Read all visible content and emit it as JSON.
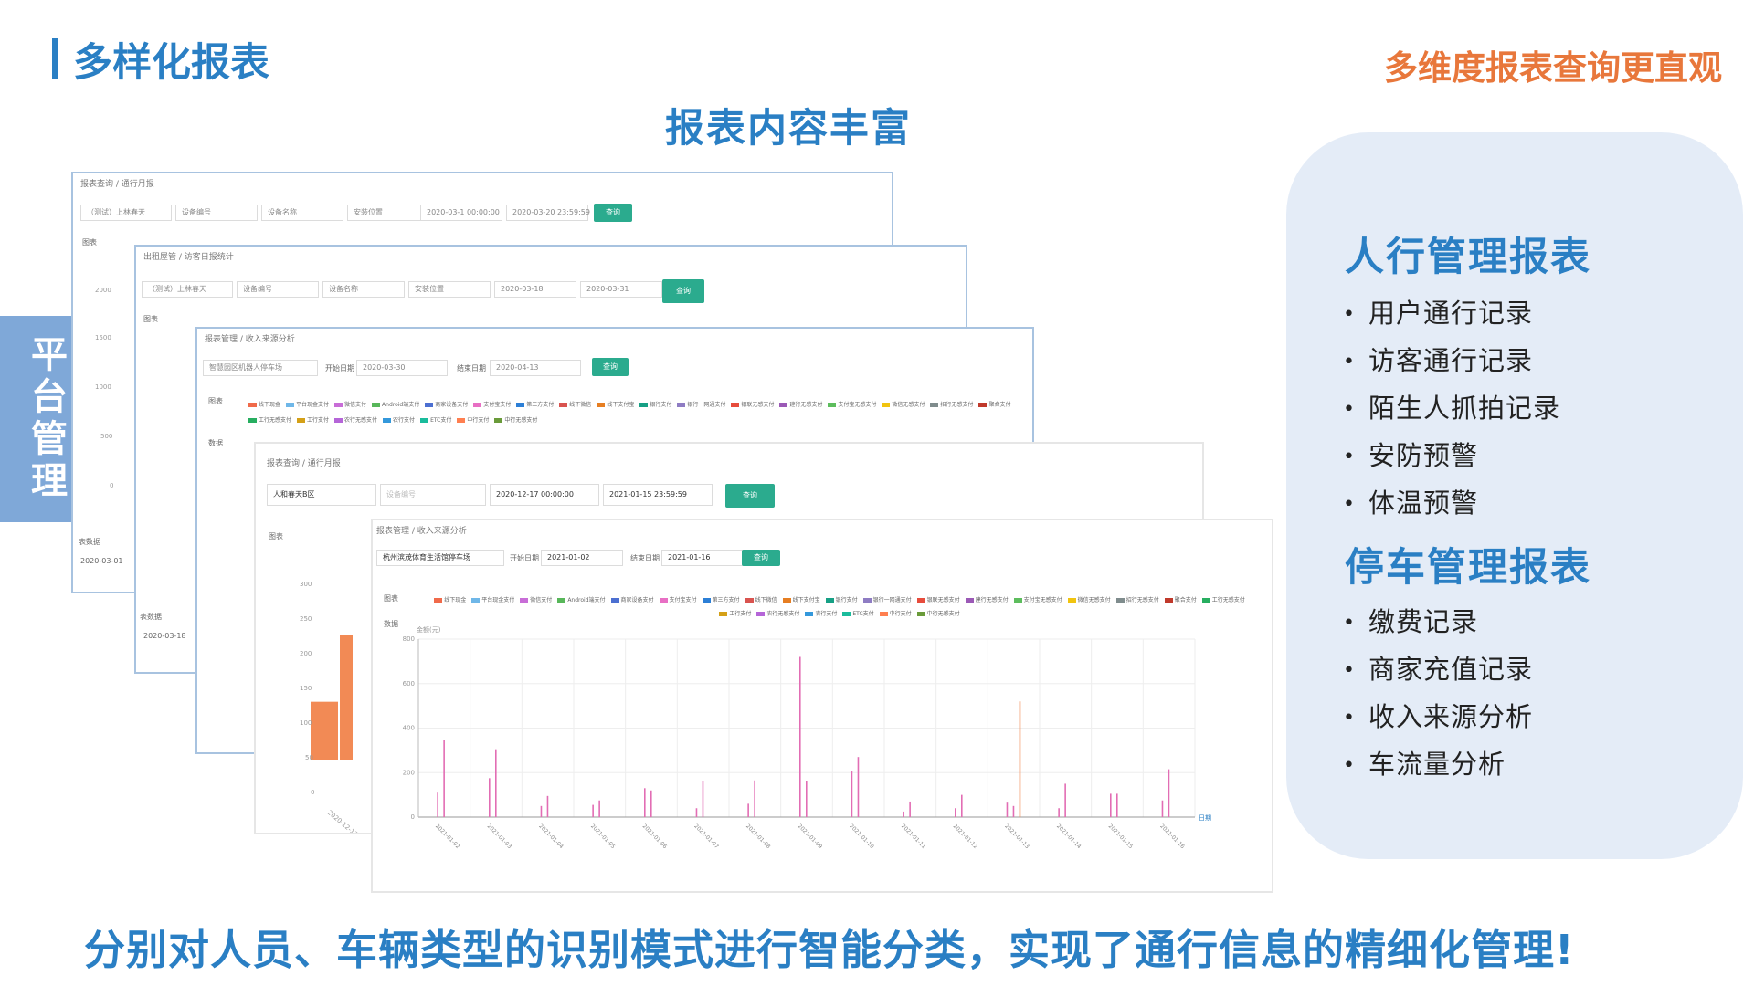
{
  "header": {
    "title": "多样化报表",
    "right_subtitle": "多维度报表查询更直观",
    "center_heading": "报表内容丰富"
  },
  "side_tab": {
    "label": "平台管理"
  },
  "panel": {
    "section1_title": "人行管理报表",
    "section1_items": [
      "用户通行记录",
      "访客通行记录",
      "陌生人抓拍记录",
      "安防预警",
      "体温预警"
    ],
    "section2_title": "停车管理报表",
    "section2_items": [
      "缴费记录",
      "商家充值记录",
      "收入来源分析",
      "车流量分析"
    ]
  },
  "bottom_statement": "分别对人员、车辆类型的识别模式进行智能分类，实现了通行信息的精细化管理!",
  "screens": {
    "s1": {
      "crumb": "报表查询 / 通行月报",
      "f1": "（测试）上林春天",
      "f2": "设备编号",
      "f3": "设备名称",
      "f4": "安装位置",
      "f5": "2020-03-1 00:00:00",
      "f6": "2020-03-20 23:59:59",
      "btn": "查询",
      "sec": "图表",
      "y": [
        "2000",
        "1500",
        "1000",
        "500",
        "0"
      ],
      "tbl": "表数据",
      "row": "2020-03-01"
    },
    "s2": {
      "crumb": "出租屋管 / 访客日报统计",
      "f1": "（测试）上林春天",
      "f2": "设备编号",
      "f3": "设备名称",
      "f4": "安装位置",
      "f5": "2020-03-18",
      "f6": "2020-03-31",
      "btn": "查询",
      "sec": "图表",
      "tbl": "表数据",
      "row": "2020-03-18"
    },
    "s3": {
      "crumb": "报表管理 / 收入来源分析",
      "f1": "智慧园区机器人停车场",
      "l1": "开始日期",
      "f2": "2020-03-30",
      "l2": "结束日期",
      "f3": "2020-04-13",
      "btn": "查询",
      "tab1": "图表",
      "tab2": "数据"
    },
    "s4": {
      "crumb": "报表查询 / 通行月报",
      "f1": "人和春天B区",
      "f2": "设备编号",
      "f3": "2020-12-17 00:00:00",
      "f4": "2021-01-15 23:59:59",
      "btn": "查询",
      "sec": "图表",
      "y": [
        "300",
        "250",
        "200",
        "150",
        "100",
        "50",
        "0"
      ],
      "x1": "2020-12-17"
    },
    "s5": {
      "crumb": "报表管理 / 收入来源分析",
      "f1": "杭州滨茂体育生活馆停车场",
      "l1": "开始日期",
      "f2": "2021-01-02",
      "l2": "结束日期",
      "f3": "2021-01-16",
      "btn": "查询",
      "tab1": "图表",
      "tab2": "数据",
      "ylabel": "金额(元)",
      "y": [
        "800",
        "600",
        "400",
        "200",
        "0"
      ],
      "xunit": "日期",
      "legend": [
        "线下现金",
        "平台现金支付",
        "微信支付",
        "Android端支付",
        "商家设备支付",
        "支付宝支付",
        "第三方支付",
        "线下微信",
        "线下支付宝",
        "银行支付",
        "银行一网通支付",
        "银联无感支付",
        "建行无感支付",
        "支付宝无感支付",
        "微信无感支付",
        "招行无感支付",
        "聚合支付",
        "工行无感支付",
        "工行支付",
        "农行无感支付",
        "农行支付",
        "ETC支付",
        "中行支付",
        "中行无感支付"
      ]
    }
  },
  "chart_data": {
    "type": "bar",
    "categories": [
      "2021-01-02",
      "2021-01-03",
      "2021-01-04",
      "2021-01-05",
      "2021-01-06",
      "2021-01-07",
      "2021-01-08",
      "2021-01-09",
      "2021-01-10",
      "2021-01-11",
      "2021-01-12",
      "2021-01-13",
      "2021-01-14",
      "2021-01-15",
      "2021-01-16"
    ],
    "ylabel": "金额(元)",
    "ylim": [
      0,
      800
    ],
    "series": [
      {
        "name": "微信支付",
        "values": [
          110,
          175,
          50,
          55,
          130,
          40,
          60,
          720,
          205,
          25,
          40,
          65,
          40,
          105,
          75
        ]
      },
      {
        "name": "支付宝支付",
        "values": [
          345,
          305,
          95,
          75,
          120,
          160,
          165,
          160,
          270,
          70,
          100,
          50,
          150,
          105,
          215
        ]
      },
      {
        "name": "线下现金",
        "values": [
          0,
          0,
          0,
          0,
          0,
          0,
          0,
          0,
          0,
          0,
          0,
          520,
          0,
          0,
          0
        ]
      }
    ]
  },
  "colors": {
    "primary": "#2a7fc4",
    "accent": "#e8773b",
    "panel_bg": "#e4ecf7",
    "side_tab": "#7fa8d8",
    "button": "#2bab8e",
    "bar_pink": "#e26db4",
    "bar_orange": "#f28a55",
    "legend": [
      "#f06a4a",
      "#6fb7e8",
      "#c86dd7",
      "#58b75a",
      "#4c6fd1",
      "#e86fc4",
      "#2c7fd6",
      "#d9534f",
      "#e67e22",
      "#16a085",
      "#8e7cc3",
      "#e74c3c",
      "#9b59b6",
      "#5dbd5d",
      "#f1c40f",
      "#7f8c8d",
      "#c0392b",
      "#27ae60",
      "#d4a017",
      "#b565d8",
      "#3498db",
      "#1abc9c",
      "#ff7f50",
      "#6a9b3a"
    ]
  }
}
